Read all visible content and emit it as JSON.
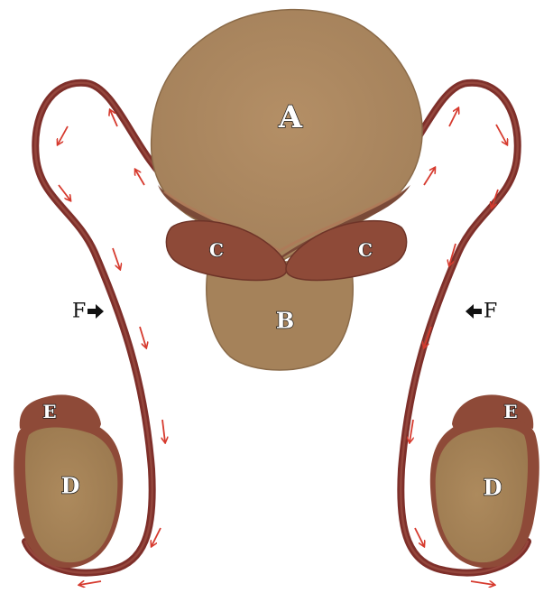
{
  "labels": {
    "bladder": "A",
    "prostate": "B",
    "seminal_vesicle_left": "C",
    "seminal_vesicle_right": "C",
    "testis_left": "D",
    "testis_right": "D",
    "epididymis_left": "E",
    "epididymis_right": "E",
    "vas_deferens_left": "F",
    "vas_deferens_right": "F"
  },
  "colors": {
    "organ_tan": "#b08a62",
    "organ_dark_tan": "#8a6a48",
    "duct_maroon": "#7e2f2a",
    "duct_light": "#a4564a",
    "gland_brown": "#8e4a38",
    "flow_arrow_red": "#d63a2e",
    "pointer_black": "#111111"
  },
  "icons": {
    "flow_arrows": "red-flow-arrow",
    "pointers": "black-pointer-arrow"
  }
}
